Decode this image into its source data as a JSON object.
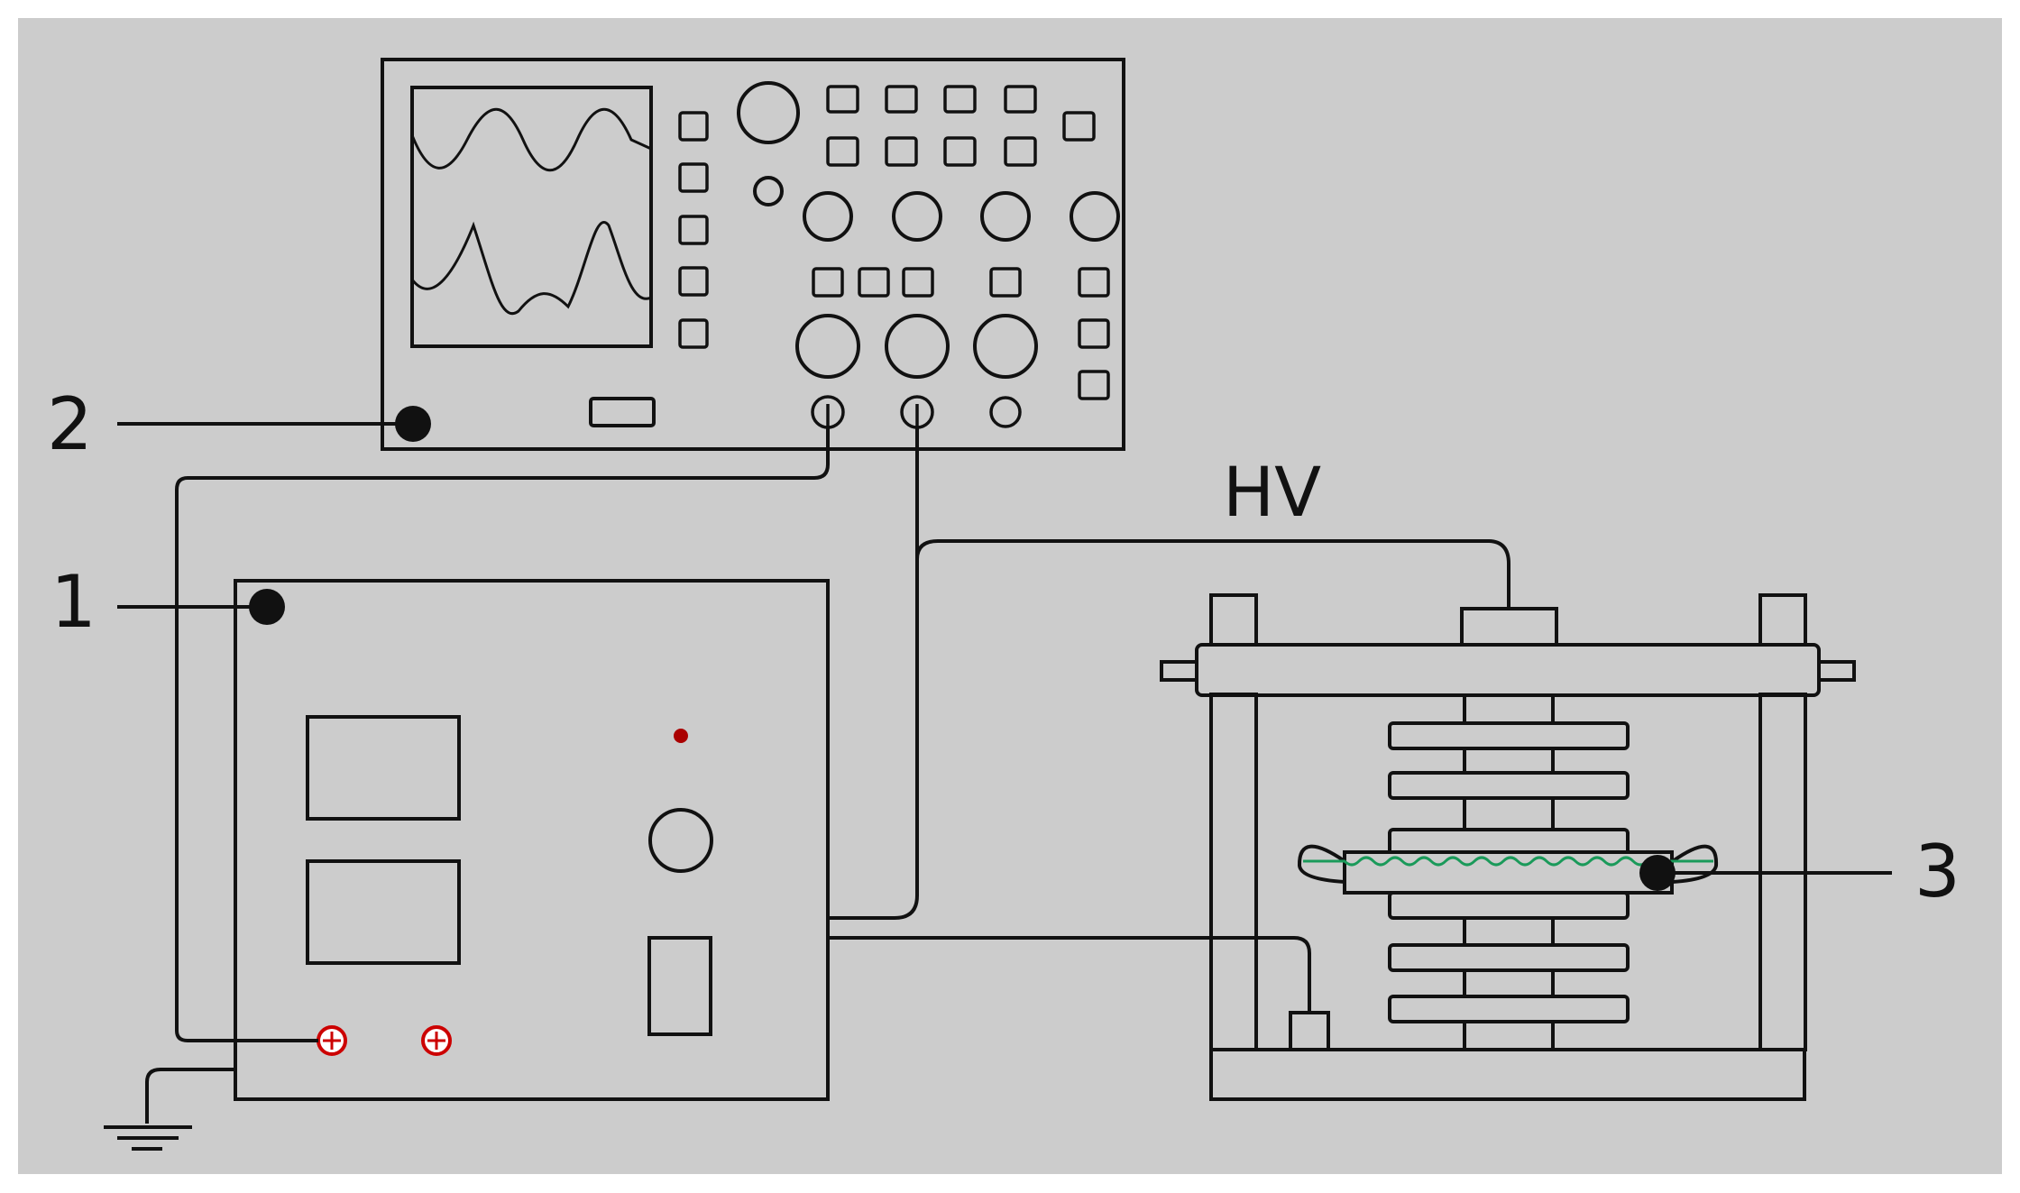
{
  "labels": {
    "callout_1": "1",
    "callout_2": "2",
    "callout_3": "3",
    "high_voltage": "HV"
  },
  "colors": {
    "background_panel": "#cccccc",
    "line": "#111111",
    "terminal": "#cc0000",
    "sample_wave": "#1a9a5a"
  }
}
